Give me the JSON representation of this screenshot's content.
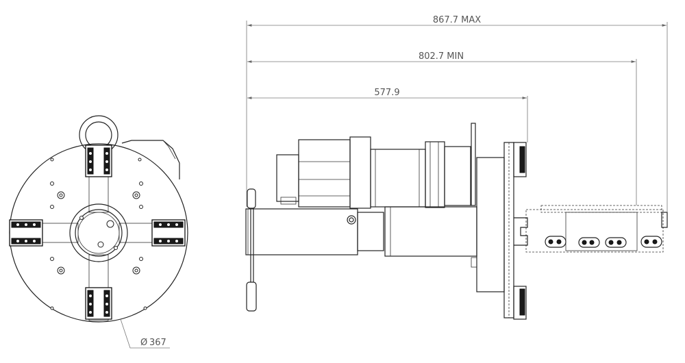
{
  "dimensions": {
    "max_length": "867.7 MAX",
    "min_length": "802.7 MIN",
    "body_length": "577.9",
    "diameter": "367",
    "diameter_symbol": "Ø"
  },
  "colors": {
    "line": "#222222",
    "dimension": "#777777",
    "dimension_text": "#555555",
    "background": "#ffffff"
  }
}
